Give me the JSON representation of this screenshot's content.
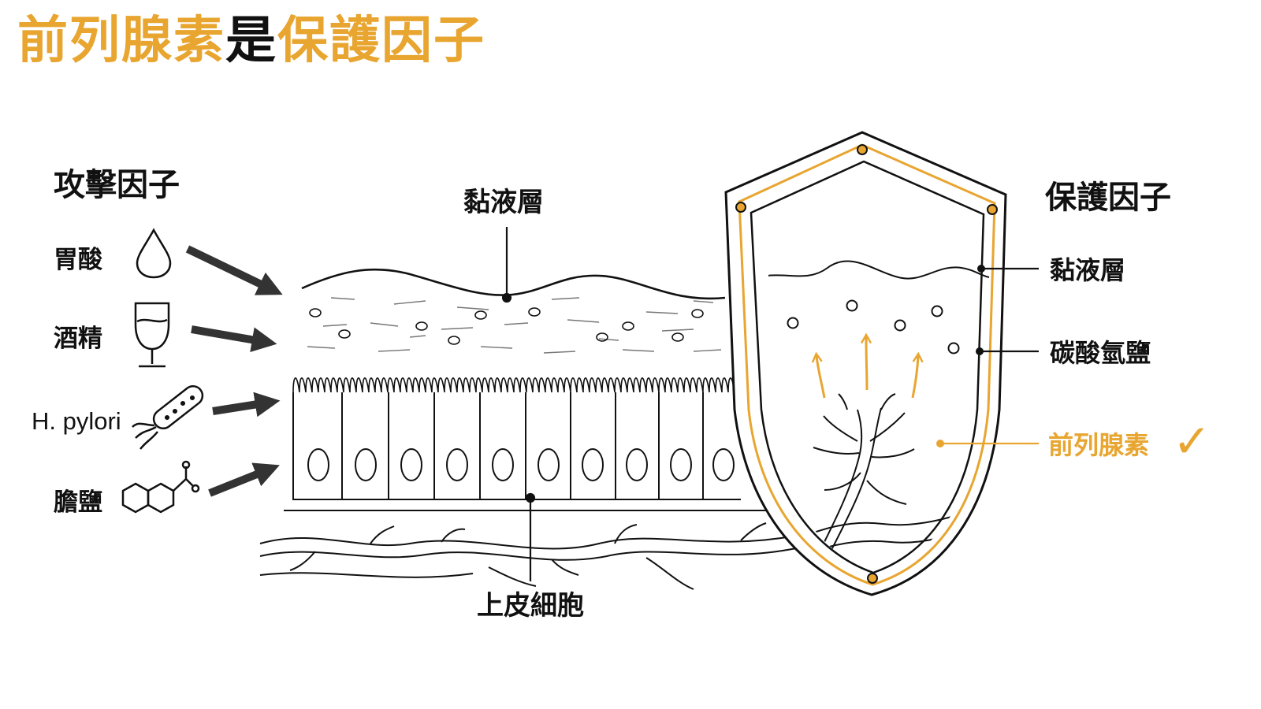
{
  "title": {
    "part1": "前列腺素",
    "part2": "是",
    "part3": "保護因子"
  },
  "colors": {
    "accent": "#E8A530",
    "ink": "#111111",
    "arrow": "#333333"
  },
  "aggressive": {
    "heading": "攻擊因子",
    "items": [
      "胃酸",
      "酒精",
      "H. pylori",
      "膽鹽"
    ]
  },
  "diagram": {
    "mucus_label": "黏液層",
    "epithelium_label": "上皮細胞"
  },
  "protective": {
    "heading": "保護因子",
    "items": [
      "黏液層",
      "碳酸氫鹽",
      "前列腺素"
    ],
    "check_mark": "✓"
  }
}
